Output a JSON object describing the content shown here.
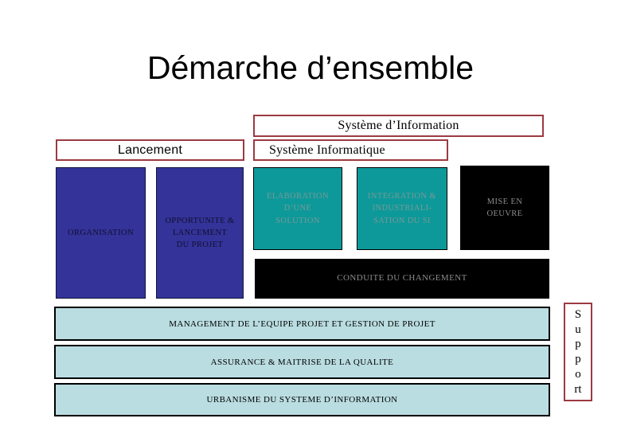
{
  "title": "Démarche d’ensemble",
  "headers": {
    "systeme_information": "Système d’Information",
    "lancement": "Lancement",
    "systeme_informatique": "Système Informatique"
  },
  "phases": {
    "organisation": "ORGANISATION",
    "opportunite": "OPPORTUNITE &\nLANCEMENT\nDU PROJET",
    "elaboration": "ELABORATION\nD’UNE\nSOLUTION",
    "integration": "INTEGRATION &\nINDUSTRIALI-\nSATION DU SI",
    "mise_en_oeuvre": "MISE EN\nOEUVRE",
    "conduite_du_changement": "CONDUITE DU CHANGEMENT"
  },
  "support_bars": [
    "MANAGEMENT DE L’EQUIPE PROJET ET GESTION DE PROJET",
    "ASSURANCE &  MAITRISE  DE  LA  QUALITE",
    "URBANISME DU SYSTEME D’INFORMATION"
  ],
  "support_vertical": "S\nu\np\np\no\nrt",
  "colors": {
    "phase_dark_blue": "#333399",
    "phase_teal": "#0d9999",
    "phase_black": "#000000",
    "support_bar_blue": "#badde1",
    "box_border_red": "#9c3a42",
    "muted_text_on_teal": "#7a9898",
    "muted_text_on_black": "#8c8c8c"
  }
}
